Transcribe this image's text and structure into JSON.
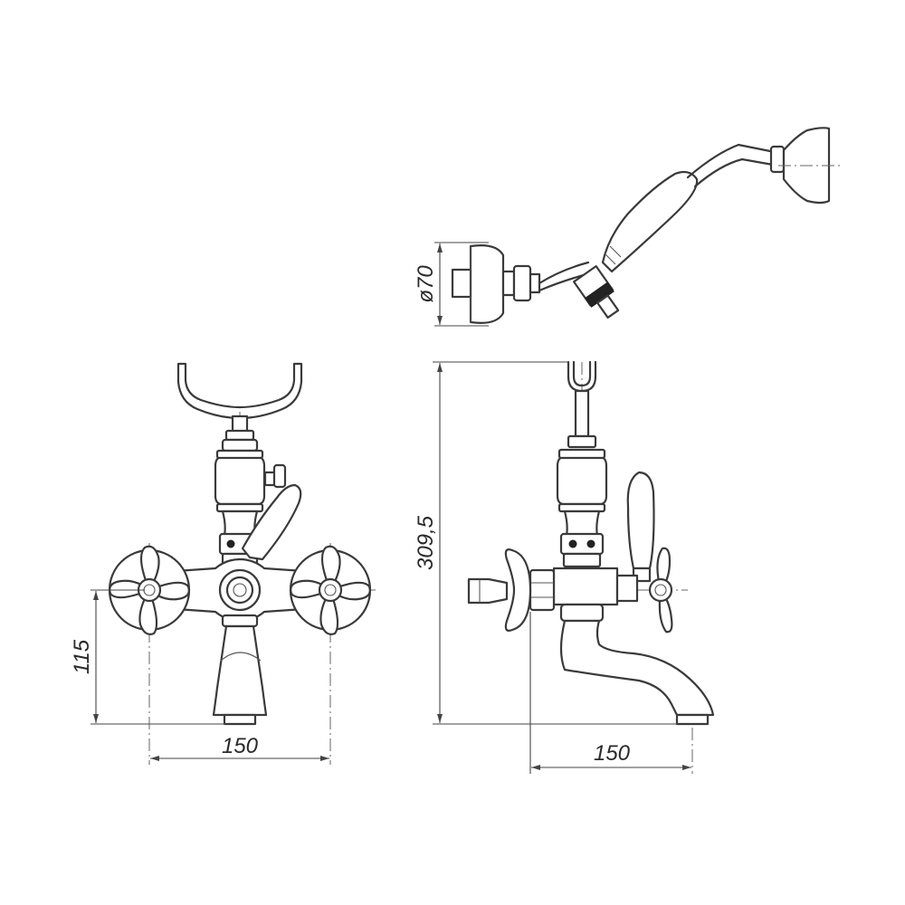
{
  "dimensions": {
    "front_height": "115",
    "front_width": "150",
    "side_height": "309,5",
    "side_width": "150",
    "head_diameter": "ø70"
  },
  "colors": {
    "line": "#3a3a3a",
    "background": "#ffffff"
  }
}
